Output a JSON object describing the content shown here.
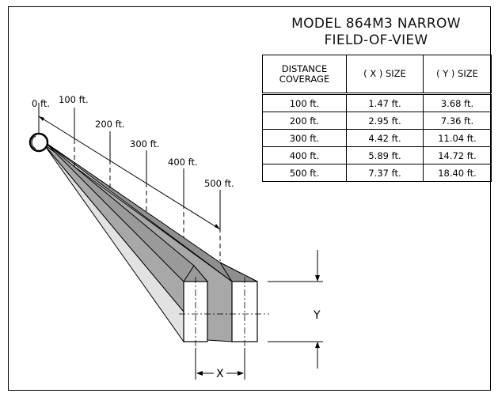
{
  "title": {
    "line1": "MODEL 864M3 NARROW",
    "line2": "FIELD-OF-VIEW"
  },
  "table": {
    "headers": {
      "distance_line1": "DISTANCE",
      "distance_line2": "COVERAGE",
      "x": "( X ) SIZE",
      "y": "( Y ) SIZE"
    },
    "rows": [
      {
        "distance": "100 ft.",
        "x": "1.47 ft.",
        "y": "3.68 ft."
      },
      {
        "distance": "200 ft.",
        "x": "2.95 ft.",
        "y": "7.36 ft."
      },
      {
        "distance": "300 ft.",
        "x": "4.42 ft.",
        "y": "11.04 ft."
      },
      {
        "distance": "400 ft.",
        "x": "5.89 ft.",
        "y": "14.72 ft."
      },
      {
        "distance": "500 ft.",
        "x": "7.37 ft.",
        "y": "18.40 ft."
      }
    ]
  },
  "diagram": {
    "distance_labels": [
      "0 ft.",
      "100 ft.",
      "200 ft.",
      "300 ft.",
      "400 ft.",
      "500 ft."
    ],
    "x_label": "X",
    "y_label": "Y",
    "colors": {
      "beam_light": "#e4e4e4",
      "beam_mid": "#c8c8c8",
      "beam_dark": "#8f8f8f",
      "ink": "#000000"
    }
  }
}
